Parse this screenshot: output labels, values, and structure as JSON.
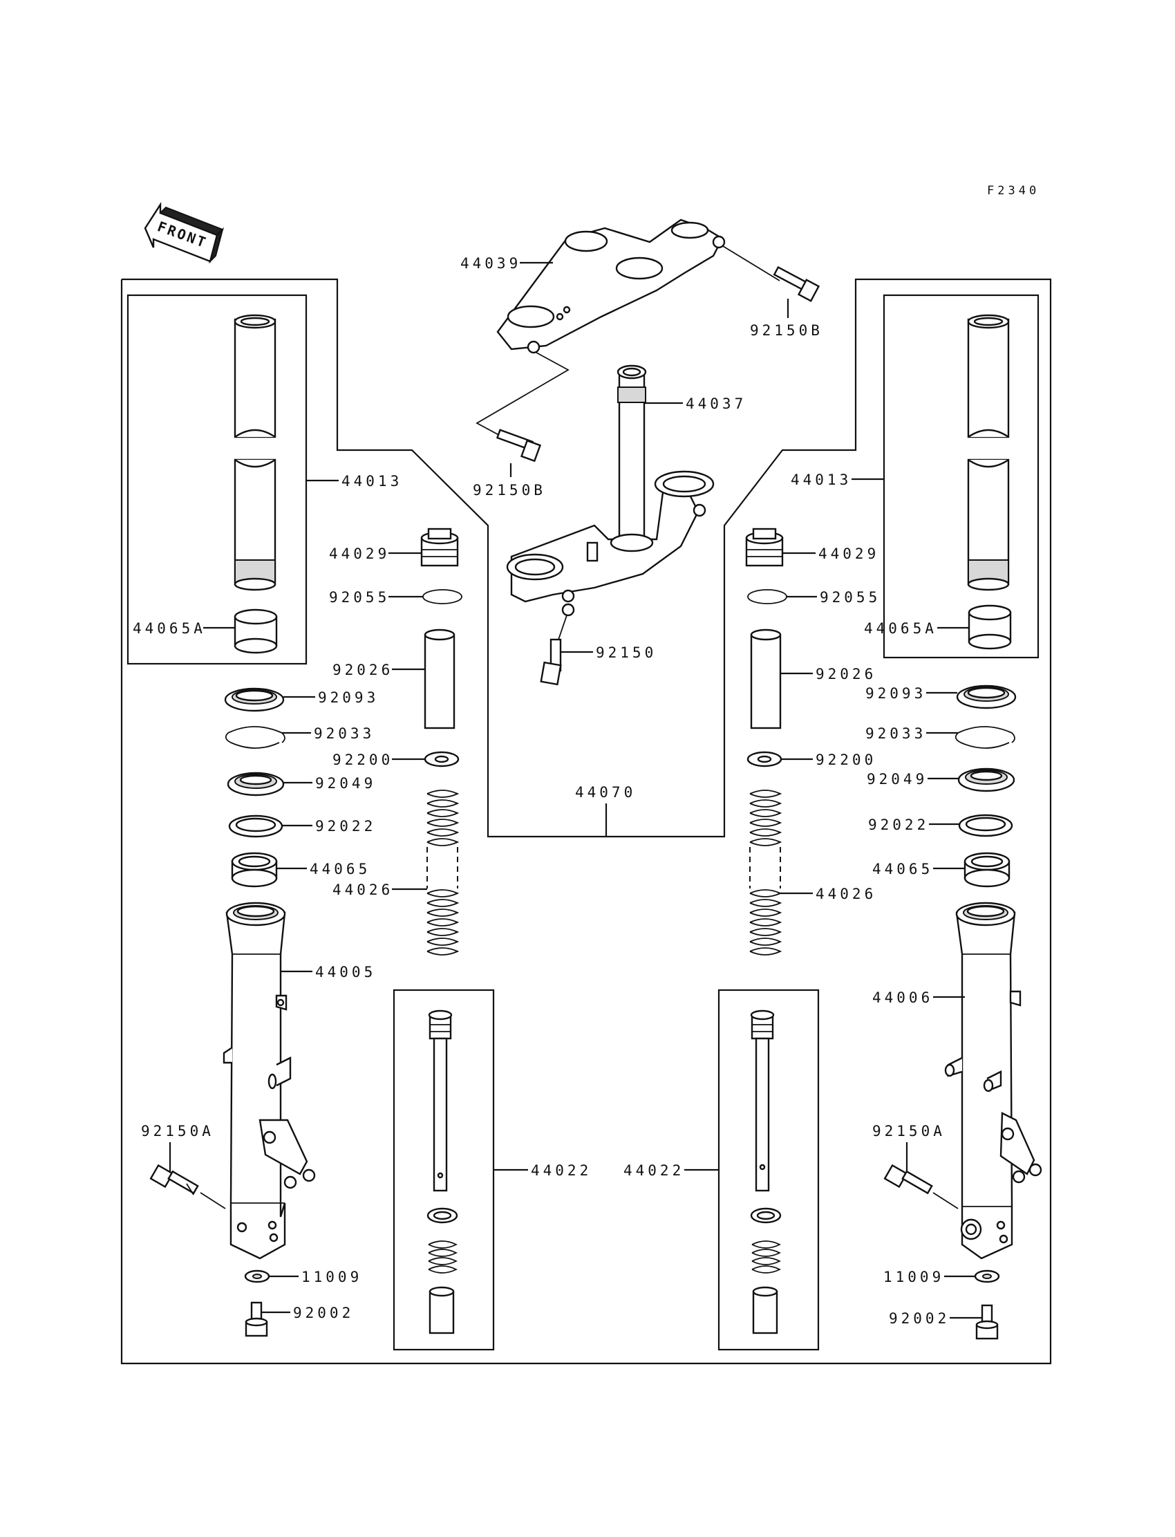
{
  "figure_code": "F2340",
  "front_label": "FRONT",
  "labels": {
    "p44039": "44039",
    "p92150B_top": "92150B",
    "p44037": "44037",
    "p92150B_mid": "92150B",
    "p44013_left": "44013",
    "p44013_right": "44013",
    "p44029_left": "44029",
    "p44029_right": "44029",
    "p92055_left": "92055",
    "p92055_right": "92055",
    "p44065A_left": "44065A",
    "p44065A_right": "44065A",
    "p92150": "92150",
    "p92026_left": "92026",
    "p92026_right": "92026",
    "p92093_left": "92093",
    "p92093_right": "92093",
    "p92033_left": "92033",
    "p92033_right": "92033",
    "p92200_left": "92200",
    "p92200_right": "92200",
    "p44070": "44070",
    "p92049_left": "92049",
    "p92049_right": "92049",
    "p92022_left": "92022",
    "p92022_right": "92022",
    "p44065_left": "44065",
    "p44065_right": "44065",
    "p44026_left": "44026",
    "p44026_right": "44026",
    "p44005": "44005",
    "p44006": "44006",
    "p92150A_left": "92150A",
    "p92150A_right": "92150A",
    "p44022_left": "44022",
    "p44022_right": "44022",
    "p11009_left": "11009",
    "p11009_right": "11009",
    "p92002_left": "92002",
    "p92002_right": "92002"
  }
}
